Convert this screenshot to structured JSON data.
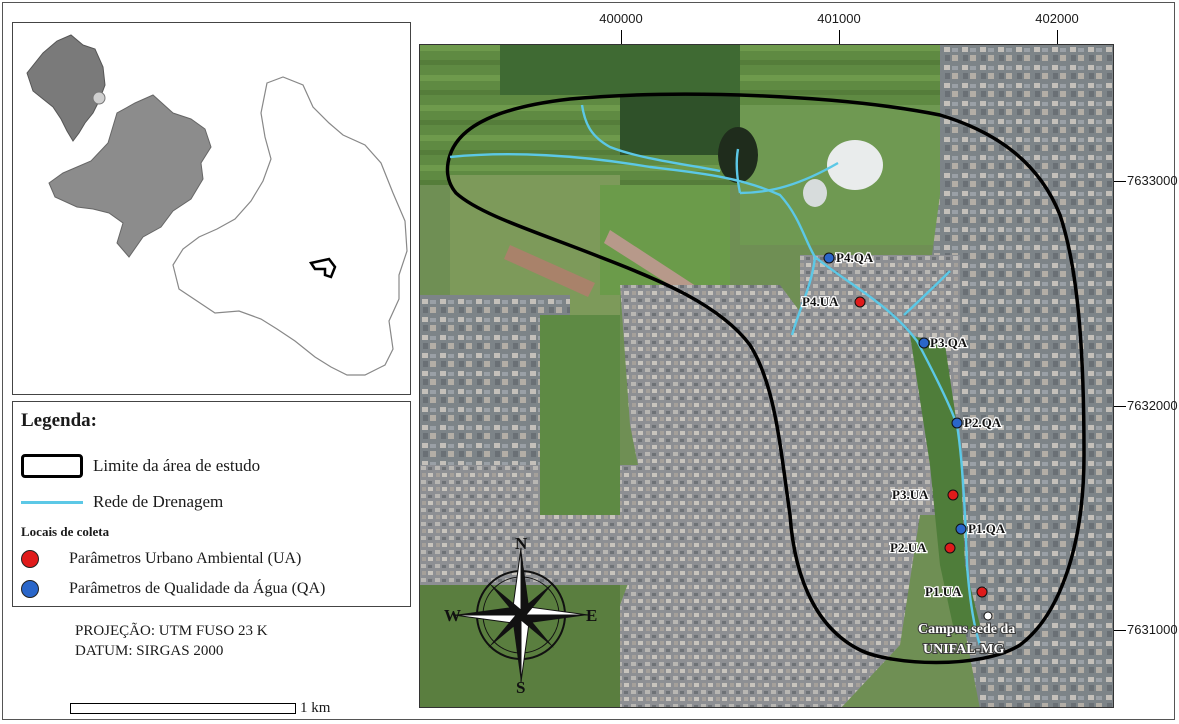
{
  "coordinates": {
    "x_labels": [
      "400000",
      "401000",
      "402000"
    ],
    "y_labels": [
      "7633000",
      "7632000",
      "7631000"
    ]
  },
  "legend": {
    "title": "Legenda:",
    "boundary": "Limite da área de estudo",
    "drainage": "Rede de Drenagem",
    "sites_title": "Locais de coleta",
    "ua_label": "Parâmetros Urbano Ambiental (UA)",
    "qa_label": "Parâmetros de Qualidade da Água (QA)",
    "colors": {
      "ua": "#e01b1b",
      "qa": "#2a66c9",
      "drainage": "#5cc8e6",
      "boundary": "#000000"
    }
  },
  "projection": {
    "line1": "PROJEÇÃO: UTM FUSO 23 K",
    "line2": "DATUM: SIRGAS 2000"
  },
  "scale": {
    "label": "1 km"
  },
  "compass": {
    "n": "N",
    "s": "S",
    "e": "E",
    "w": "W"
  },
  "points": {
    "p4qa": "P4.QA",
    "p4ua": "P4.UA",
    "p3qa": "P3.QA",
    "p2qa": "P2.QA",
    "p3ua": "P3.UA",
    "p1qa": "P1.QA",
    "p2ua": "P2.UA",
    "p1ua": "P1.UA"
  },
  "campus": {
    "line1": "Campus sede da",
    "line2": "UNIFAL-MG"
  }
}
